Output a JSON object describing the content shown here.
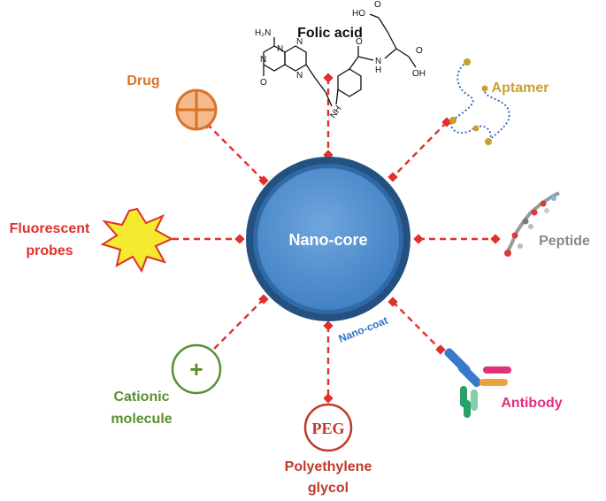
{
  "core": {
    "label": "Nano-core",
    "coat_label": "Nano-coat"
  },
  "labels": {
    "folic_acid": "Folic acid",
    "drug": "Drug",
    "aptamer": "Aptamer",
    "fluorescent_line1": "Fluorescent",
    "fluorescent_line2": "probes",
    "peptide": "Peptide",
    "cationic_line1": "Cationic",
    "cationic_line2": "molecule",
    "peg_symbol": "PEG",
    "peg_line1": "Polyethylene",
    "peg_line2": "glycol",
    "antibody": "Antibody",
    "plus_symbol": "+"
  },
  "chem": {
    "h2n": "H₂N",
    "n": "N",
    "o": "O",
    "hn": "H",
    "nh": "NH",
    "oh": "OH",
    "ho": "HO"
  },
  "colors": {
    "connector": "#e0302a",
    "core_fill": "#4f8fd0",
    "core_ring": "#24517f",
    "drug": "#d8742a",
    "aptamer": "#c9a02e",
    "fluorescent": "#e0302a",
    "peptide": "#8a8a8a",
    "cationic": "#5a8f32",
    "peg": "#c0392b",
    "antibody": "#e0307a",
    "coat_text": "#2a74c9"
  }
}
